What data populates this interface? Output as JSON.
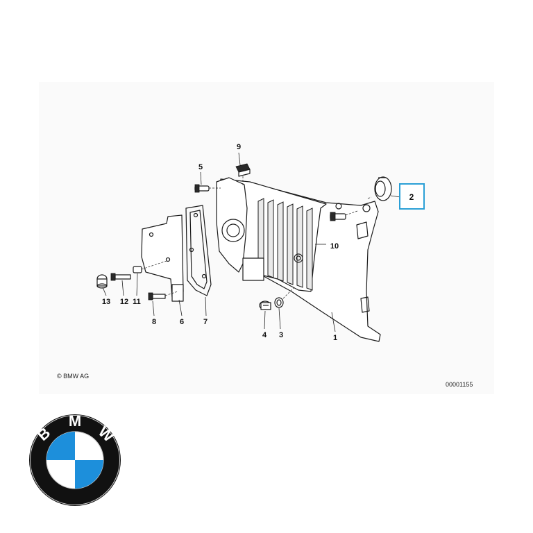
{
  "diagram": {
    "copyright": "© BMW AG",
    "drawing_number": "00001155",
    "highlighted_part": "2",
    "part_labels": {
      "p1": "1",
      "p2": "2",
      "p3": "3",
      "p4": "4",
      "p5": "5",
      "p6": "6",
      "p7": "7",
      "p8": "8",
      "p9": "9",
      "p10": "10",
      "p11": "11",
      "p12": "12",
      "p13": "13"
    }
  },
  "logo": {
    "letters": [
      "B",
      "M",
      "W"
    ],
    "colors": {
      "ring": "#111111",
      "blue": "#1d8fdb",
      "white": "#ffffff"
    }
  }
}
